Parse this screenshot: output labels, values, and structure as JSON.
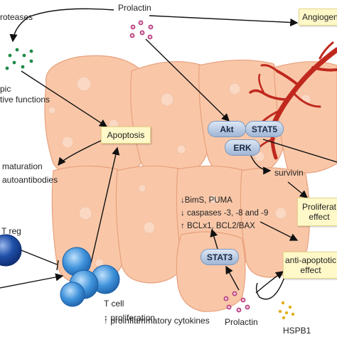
{
  "labels": {
    "prolactin_top": "Prolactin",
    "proteases": "roteases",
    "pic": "pic",
    "functions": "tive functions",
    "maturation": "maturation",
    "autoantibodies": "autoantibodies",
    "t_reg": "T reg",
    "t_cell": "T cell",
    "proliferation": "↑ proliferation",
    "cytokines": "↑ proinflammatory cytokines",
    "bims": "↓BimS, PUMA",
    "caspases": "↓ caspases -3, -8 and -9",
    "bclx": "↑ BCLx1, BCL2/BAX",
    "survivin": "survivin",
    "prolactin_bottom": "Prolactin",
    "hspb1": "HSPB1"
  },
  "boxes": {
    "angiogenesis": "Angiogen",
    "apoptosis": "Apoptosis",
    "proliferation_1": "Proliferat",
    "proliferation_2": "effect",
    "antiapoptotic_1": "anti-apoptotic",
    "antiapoptotic_2": "effect"
  },
  "pills": {
    "akt": "Akt",
    "stat5": "STAT5",
    "erk": "ERK",
    "stat3": "STAT3"
  },
  "colors": {
    "cell_fill": "#f9c7a8",
    "cell_edge": "#e8a07c",
    "vessel": "#c0281e",
    "prolactin_dot": "#b63a7a",
    "protease_dot": "#1e8a46",
    "hspb1_dot": "#e2ad1e",
    "tcell": "#3a8fd8",
    "treg": "#1f4fa8",
    "box_fill": "#fff8c8"
  }
}
